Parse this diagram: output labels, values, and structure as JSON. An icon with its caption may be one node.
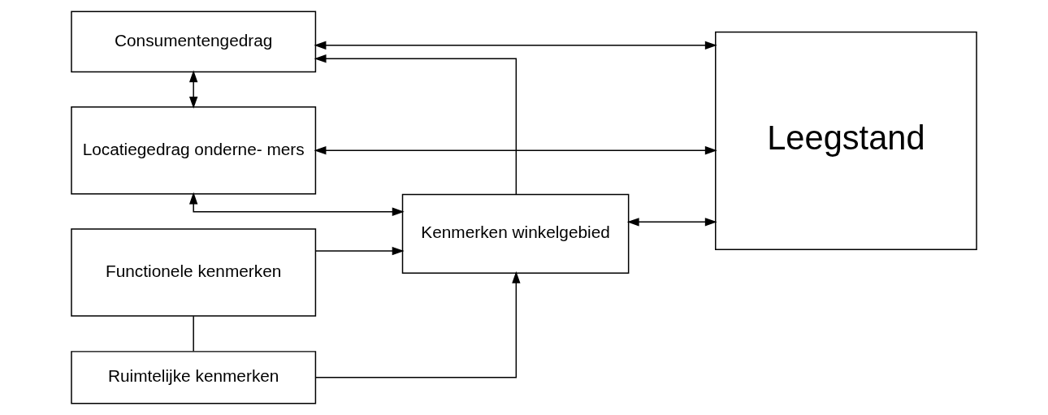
{
  "diagram": {
    "nodes": [
      {
        "text": [
          "Consumentengedrag"
        ]
      },
      {
        "text": [
          "Locatiegedrag onderne- mers"
        ]
      },
      {
        "text": [
          "Leegstand"
        ]
      },
      {
        "text": [
          "Functionele kenmerken"
        ]
      },
      {
        "text": [
          "Ruimtelijke kenmerken"
        ]
      },
      {
        "text": [
          "Kenmerken winkelgebied"
        ]
      }
    ],
    "edges": [
      {
        "from": 0,
        "to": 2,
        "arrow": "both"
      },
      {
        "from": 5,
        "to": 0,
        "arrow": "to"
      },
      {
        "from": 0,
        "to": 1,
        "arrow": "both"
      },
      {
        "from": 1,
        "to": 2,
        "arrow": "both"
      },
      {
        "from": 1,
        "to": 5,
        "arrow": "both"
      },
      {
        "from": 3,
        "to": 5,
        "arrow": "to"
      },
      {
        "from": 3,
        "to": 4,
        "arrow": "none"
      },
      {
        "from": 4,
        "to": 5,
        "arrow": "to"
      },
      {
        "from": 5,
        "to": 2,
        "arrow": "both"
      }
    ]
  }
}
